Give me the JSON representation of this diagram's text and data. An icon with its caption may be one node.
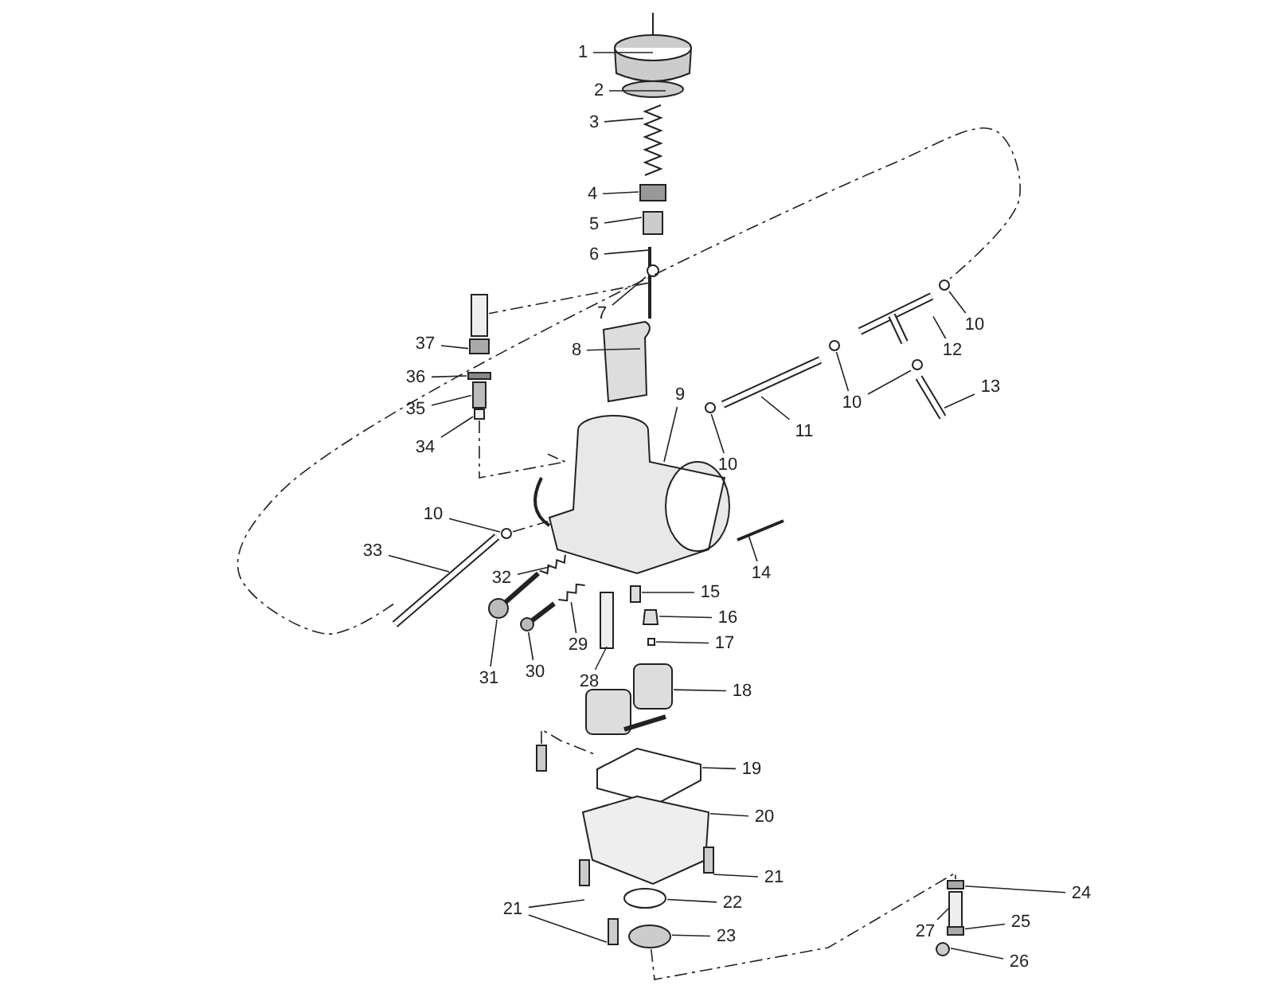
{
  "diagram": {
    "nodes": [
      {
        "text": [
          "1"
        ]
      },
      {
        "text": [
          "2"
        ]
      },
      {
        "text": [
          "3"
        ]
      },
      {
        "text": [
          "4"
        ]
      },
      {
        "text": [
          "5"
        ]
      },
      {
        "text": [
          "6"
        ]
      },
      {
        "text": [
          "7"
        ]
      },
      {
        "text": [
          "8"
        ]
      },
      {
        "text": [
          "37"
        ]
      },
      {
        "text": [
          "36"
        ]
      },
      {
        "text": [
          "35"
        ]
      },
      {
        "text": [
          "34"
        ]
      },
      {
        "text": [
          "10"
        ]
      },
      {
        "text": [
          "12"
        ]
      },
      {
        "text": [
          "10"
        ]
      },
      {
        "text": [
          "13"
        ]
      },
      {
        "text": [
          "9"
        ]
      },
      {
        "text": [
          "11"
        ]
      },
      {
        "text": [
          "10"
        ]
      },
      {
        "text": [
          "10"
        ]
      },
      {
        "text": [
          "33"
        ]
      },
      {
        "text": [
          "32"
        ]
      },
      {
        "text": [
          "14"
        ]
      },
      {
        "text": [
          "15"
        ]
      },
      {
        "text": [
          "16"
        ]
      },
      {
        "text": [
          "29"
        ]
      },
      {
        "text": [
          "17"
        ]
      },
      {
        "text": [
          "31"
        ]
      },
      {
        "text": [
          "30"
        ]
      },
      {
        "text": [
          "28"
        ]
      },
      {
        "text": [
          "18"
        ]
      },
      {
        "text": [
          "19"
        ]
      },
      {
        "text": [
          "20"
        ]
      },
      {
        "text": [
          "21"
        ]
      },
      {
        "text": [
          "24"
        ]
      },
      {
        "text": [
          "22"
        ]
      },
      {
        "text": [
          "21"
        ]
      },
      {
        "text": [
          "25"
        ]
      },
      {
        "text": [
          "27"
        ]
      },
      {
        "text": [
          "23"
        ]
      },
      {
        "text": [
          "26"
        ]
      },
      {
        "text": [],
        "shape": "picture"
      },
      {
        "text": [],
        "shape": "circle"
      },
      {
        "text": [],
        "shape": "spring"
      },
      {
        "text": [],
        "shape": "box"
      },
      {
        "text": [],
        "shape": "box"
      },
      {
        "text": [],
        "shape": "bar"
      },
      {
        "text": [],
        "shape": "circle"
      },
      {
        "text": [],
        "shape": "circle"
      },
      {
        "text": [],
        "shape": "tube"
      },
      {
        "text": [],
        "shape": "box"
      },
      {
        "text": [],
        "shape": "box"
      },
      {
        "text": [],
        "shape": "circle"
      },
      {
        "text": [],
        "shape": "circle"
      },
      {
        "text": [],
        "shape": "box"
      },
      {
        "text": [],
        "shape": "tube"
      },
      {
        "text": [],
        "shape": "box"
      },
      {
        "text": [],
        "shape": "box"
      },
      {
        "text": [],
        "shape": "tube"
      },
      {
        "text": [],
        "shape": "circle"
      },
      {
        "text": [],
        "shape": "picture"
      },
      {
        "text": [],
        "shape": "circle"
      },
      {
        "text": [],
        "shape": "tube"
      },
      {
        "text": [],
        "shape": "bar"
      },
      {
        "text": [],
        "shape": "spring"
      },
      {
        "text": [],
        "shape": "screw"
      },
      {
        "text": [],
        "shape": "screw"
      },
      {
        "text": [],
        "shape": "box"
      },
      {
        "text": [],
        "shape": "spring"
      },
      {
        "text": [],
        "shape": "box"
      },
      {
        "text": [],
        "shape": "box"
      },
      {
        "text": [],
        "shape": "box"
      },
      {
        "text": [],
        "shape": "box"
      },
      {
        "text": [],
        "shape": "picture"
      },
      {
        "text": [],
        "shape": "picture"
      },
      {
        "text": [],
        "shape": "box"
      },
      {
        "text": [],
        "shape": "box"
      },
      {
        "text": [],
        "shape": "box"
      },
      {
        "text": [],
        "shape": "circle"
      },
      {
        "text": [],
        "shape": "box"
      },
      {
        "text": [],
        "shape": "box"
      },
      {
        "text": [],
        "shape": "box"
      },
      {
        "text": [],
        "shape": "circle"
      },
      {
        "text": [],
        "shape": "circle"
      },
      {
        "text": [],
        "shape": "box"
      },
      {
        "text": [],
        "shape": "box"
      }
    ],
    "edges": [
      {
        "from": 0,
        "to": 41,
        "arrow": "none"
      },
      {
        "from": 1,
        "to": 42,
        "arrow": "none"
      },
      {
        "from": 2,
        "to": 43,
        "arrow": "none"
      },
      {
        "from": 3,
        "to": 44,
        "arrow": "none"
      },
      {
        "from": 4,
        "to": 45,
        "arrow": "none"
      },
      {
        "from": 5,
        "to": 46,
        "arrow": "none"
      },
      {
        "from": 6,
        "to": 47,
        "arrow": "none"
      },
      {
        "from": 7,
        "to": 50,
        "arrow": "none"
      },
      {
        "from": 8,
        "to": 51,
        "arrow": "none"
      },
      {
        "from": 9,
        "to": 54,
        "arrow": "none"
      },
      {
        "from": 10,
        "to": 56,
        "arrow": "none"
      },
      {
        "from": 11,
        "to": 57,
        "arrow": "none"
      },
      {
        "from": 12,
        "to": 48,
        "arrow": "none"
      },
      {
        "from": 13,
        "to": 49,
        "arrow": "none"
      },
      {
        "from": 14,
        "to": 52,
        "arrow": "none"
      },
      {
        "from": 14,
        "to": 53,
        "arrow": "none"
      },
      {
        "from": 15,
        "to": 55,
        "arrow": "none"
      },
      {
        "from": 16,
        "to": 60,
        "arrow": "none"
      },
      {
        "from": 17,
        "to": 58,
        "arrow": "none"
      },
      {
        "from": 18,
        "to": 59,
        "arrow": "none"
      },
      {
        "from": 19,
        "to": 61,
        "arrow": "none"
      },
      {
        "from": 20,
        "to": 62,
        "arrow": "none"
      },
      {
        "from": 21,
        "to": 64,
        "arrow": "none"
      },
      {
        "from": 22,
        "to": 63,
        "arrow": "none"
      },
      {
        "from": 23,
        "to": 67,
        "arrow": "none"
      },
      {
        "from": 24,
        "to": 69,
        "arrow": "none"
      },
      {
        "from": 25,
        "to": 68,
        "arrow": "none"
      },
      {
        "from": 26,
        "to": 71,
        "arrow": "none"
      },
      {
        "from": 27,
        "to": 65,
        "arrow": "none"
      },
      {
        "from": 28,
        "to": 66,
        "arrow": "none"
      },
      {
        "from": 29,
        "to": 70,
        "arrow": "none"
      },
      {
        "from": 30,
        "to": 72,
        "arrow": "none"
      },
      {
        "from": 31,
        "to": 73,
        "arrow": "none"
      },
      {
        "from": 32,
        "to": 74,
        "arrow": "none"
      },
      {
        "from": 33,
        "to": 75,
        "arrow": "none"
      },
      {
        "from": 34,
        "to": 77,
        "arrow": "none"
      },
      {
        "from": 35,
        "to": 78,
        "arrow": "none"
      },
      {
        "from": 36,
        "to": 76,
        "arrow": "none"
      },
      {
        "from": 36,
        "to": 80,
        "arrow": "none"
      },
      {
        "from": 37,
        "to": 81,
        "arrow": "none"
      },
      {
        "from": 38,
        "to": 79,
        "arrow": "none"
      },
      {
        "from": 39,
        "to": 82,
        "arrow": "none"
      },
      {
        "from": 40,
        "to": 83,
        "arrow": "none"
      },
      {
        "from": 62,
        "to": 48,
        "arrow": "none",
        "style": "dashed"
      },
      {
        "from": 46,
        "to": 84,
        "arrow": "none",
        "style": "dashed"
      },
      {
        "from": 57,
        "to": 60,
        "arrow": "none",
        "style": "dashed"
      },
      {
        "from": 61,
        "to": 60,
        "arrow": "none",
        "style": "dashed"
      },
      {
        "from": 85,
        "to": 73,
        "arrow": "none",
        "style": "dashed"
      },
      {
        "from": 82,
        "to": 77,
        "arrow": "none",
        "style": "dashed"
      }
    ]
  }
}
